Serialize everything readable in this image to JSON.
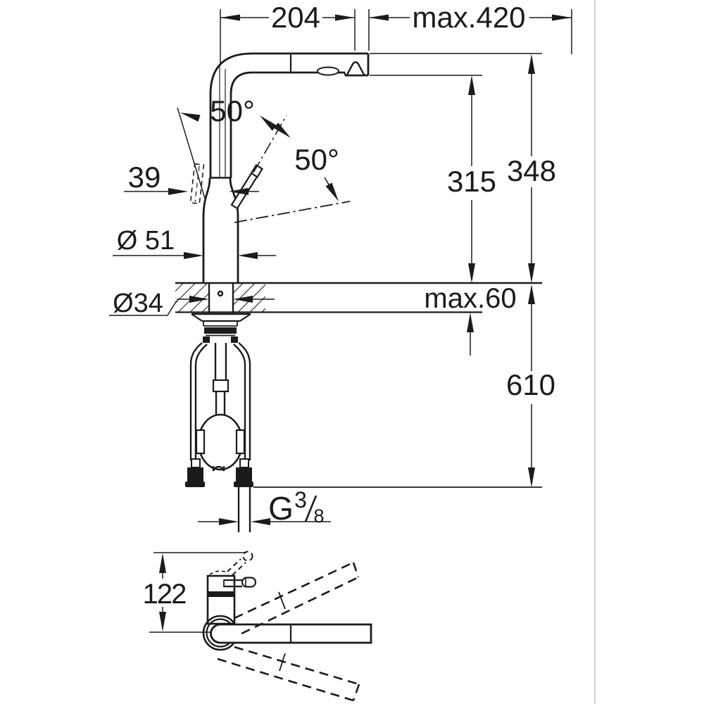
{
  "app": {
    "type": "technical dimension drawing",
    "subject": "kitchen mixer faucet with pull-out spray, front elevation and top view"
  },
  "colors": {
    "background": "#ffffff",
    "line": "#1b1b1b",
    "page_divider": "#c8c8c8"
  },
  "dims": {
    "spout_reach": "204",
    "pullout_extension": "max.420",
    "handle_angle_top": "50°",
    "handle_angle_right": "50°",
    "handle_offset": "39",
    "spout_outlet_height": "315",
    "overall_height": "348",
    "body_diameter": "Ø 51",
    "mounting_hole_diameter": "Ø34",
    "counter_thickness": "max.60",
    "under_counter_depth": "610",
    "thread_g": "G",
    "thread_numerator": "3",
    "thread_denominator": "8",
    "thread_label_full": "G 3/8",
    "top_view_depth": "122"
  }
}
